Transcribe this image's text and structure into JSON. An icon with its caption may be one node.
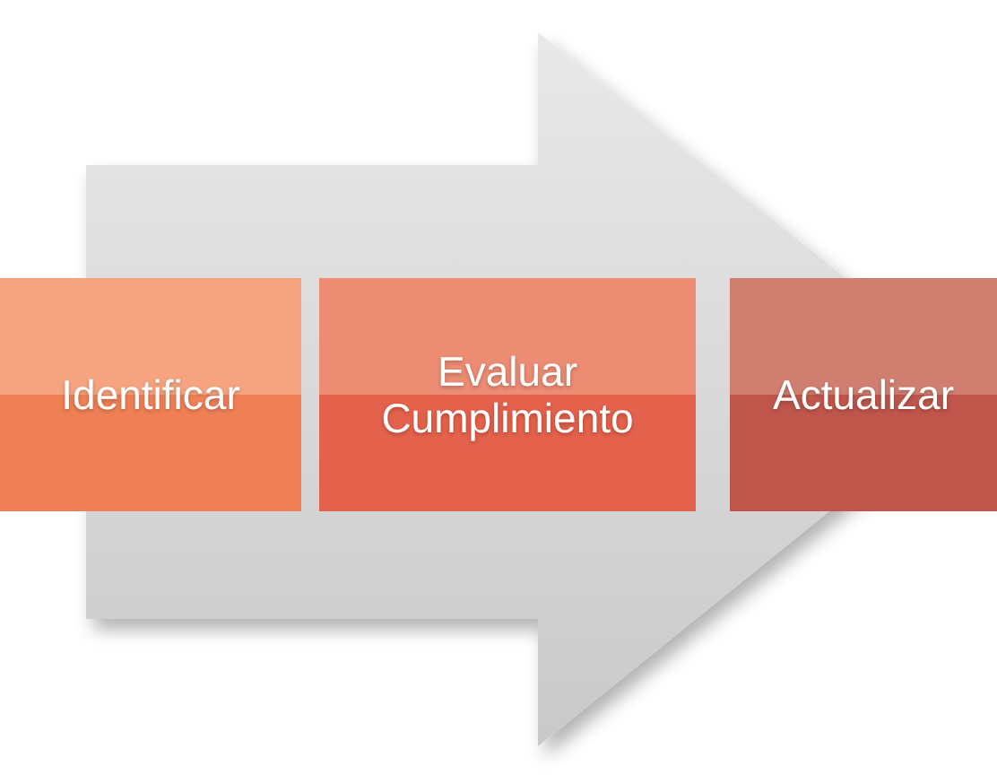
{
  "diagram": {
    "nodes": [
      {
        "text": [
          "Identificar"
        ]
      },
      {
        "text": [
          "Evaluar Cumplimiento"
        ]
      },
      {
        "text": [
          "Actualizar"
        ]
      }
    ],
    "edges": [
      {
        "from": 0,
        "to": 2,
        "arrow": "to"
      }
    ]
  }
}
